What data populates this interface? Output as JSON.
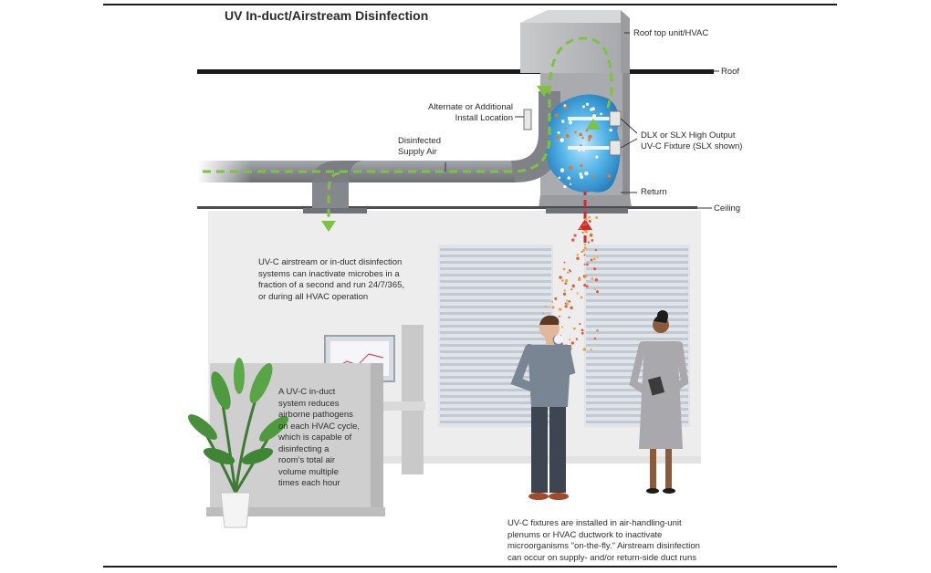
{
  "title": "UV In-duct/Airstream Disinfection",
  "labels": {
    "rooftop": "Roof top unit/HVAC",
    "roof": "Roof",
    "alternate": [
      "Alternate or Additional",
      "Install Location"
    ],
    "supply": [
      "Disinfected",
      "Supply Air"
    ],
    "fixture": [
      "DLX or SLX High Output",
      "UV-C Fixture (SLX shown)"
    ],
    "return": "Return",
    "ceiling": "Ceiling"
  },
  "paragraphs": {
    "airstream": [
      "UV-C airstream or in-duct disinfection",
      "systems can inactivate microbes in a",
      "fraction of a second and run 24/7/365,",
      "or during all HVAC operation"
    ],
    "cubicle": [
      "A UV-C in-duct",
      "system reduces",
      "airborne pathogens",
      "on each HVAC cycle,",
      "which is capable of",
      "disinfecting a",
      "room's total air",
      "volume multiple",
      "times each hour"
    ],
    "fixtures": [
      "UV-C fixtures are installed in air-handling-unit",
      "plenums or HVAC ductwork to inactivate",
      "microorganisms \"on-the-fly.\"  Airstream disinfection",
      "can occur on supply- and/or return-side duct runs"
    ]
  },
  "colors": {
    "duct": "#8e9296",
    "duct_dark": "#5e6165",
    "hvac": "#b8b9bb",
    "uv_glow": "#3aa6dc",
    "clean_arrow": "#7ec242",
    "dirty_arrow": "#d8262a",
    "room": "#ececec",
    "roof_line": "#1a1a1a"
  }
}
